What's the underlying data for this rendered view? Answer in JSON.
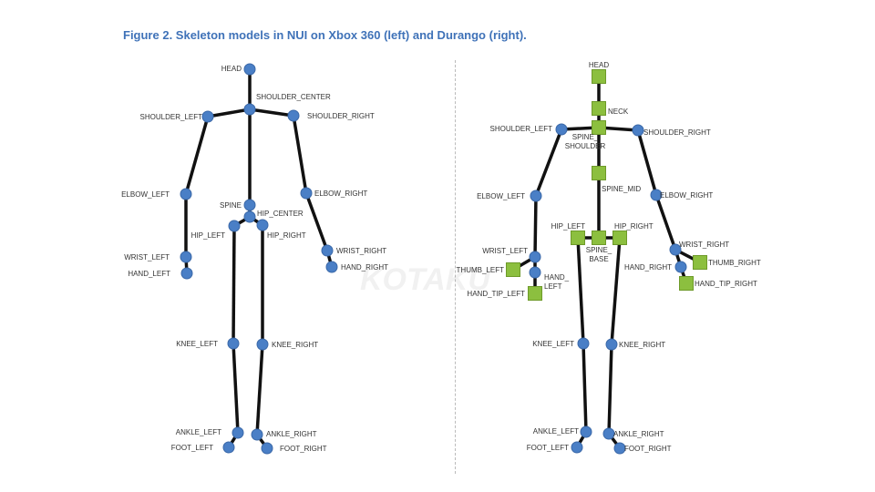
{
  "title": "Figure 2. Skeleton models in NUI on Xbox 360 (left) and Durango (right).",
  "watermark": "KOTAKU",
  "colors": {
    "joint_circle": "#4a7fc6",
    "joint_square": "#8cbf3f",
    "bone": "#111111"
  },
  "left_skeleton": {
    "joints": {
      "HEAD": "HEAD",
      "SHOULDER_CENTER": "SHOULDER_CENTER",
      "SHOULDER_LEFT": "SHOULDER_LEFT",
      "SHOULDER_RIGHT": "SHOULDER_RIGHT",
      "ELBOW_LEFT": "ELBOW_LEFT",
      "ELBOW_RIGHT": "ELBOW_RIGHT",
      "WRIST_LEFT": "WRIST_LEFT",
      "HAND_LEFT": "HAND_LEFT",
      "WRIST_RIGHT": "WRIST_RIGHT",
      "HAND_RIGHT": "HAND_RIGHT",
      "SPINE": "SPINE",
      "HIP_CENTER": "HIP_CENTER",
      "HIP_LEFT": "HIP_LEFT",
      "HIP_RIGHT": "HIP_RIGHT",
      "KNEE_LEFT": "KNEE_LEFT",
      "KNEE_RIGHT": "KNEE_RIGHT",
      "ANKLE_LEFT": "ANKLE_LEFT",
      "ANKLE_RIGHT": "ANKLE_RIGHT",
      "FOOT_LEFT": "FOOT_LEFT",
      "FOOT_RIGHT": "FOOT_RIGHT"
    },
    "bones": [
      [
        "HEAD",
        "SHOULDER_CENTER"
      ],
      [
        "SHOULDER_CENTER",
        "SHOULDER_LEFT"
      ],
      [
        "SHOULDER_CENTER",
        "SHOULDER_RIGHT"
      ],
      [
        "SHOULDER_LEFT",
        "ELBOW_LEFT"
      ],
      [
        "ELBOW_LEFT",
        "WRIST_LEFT"
      ],
      [
        "WRIST_LEFT",
        "HAND_LEFT"
      ],
      [
        "SHOULDER_RIGHT",
        "ELBOW_RIGHT"
      ],
      [
        "ELBOW_RIGHT",
        "WRIST_RIGHT"
      ],
      [
        "WRIST_RIGHT",
        "HAND_RIGHT"
      ],
      [
        "SHOULDER_CENTER",
        "SPINE"
      ],
      [
        "SPINE",
        "HIP_CENTER"
      ],
      [
        "HIP_CENTER",
        "HIP_LEFT"
      ],
      [
        "HIP_CENTER",
        "HIP_RIGHT"
      ],
      [
        "HIP_LEFT",
        "KNEE_LEFT"
      ],
      [
        "KNEE_LEFT",
        "ANKLE_LEFT"
      ],
      [
        "ANKLE_LEFT",
        "FOOT_LEFT"
      ],
      [
        "HIP_RIGHT",
        "KNEE_RIGHT"
      ],
      [
        "KNEE_RIGHT",
        "ANKLE_RIGHT"
      ],
      [
        "ANKLE_RIGHT",
        "FOOT_RIGHT"
      ]
    ]
  },
  "right_skeleton": {
    "joints": {
      "HEAD": "HEAD",
      "NECK": "NECK",
      "SPINE_SHOULDER": "SPINE_ SHOULDER",
      "SHOULDER_LEFT": "SHOULDER_LEFT",
      "SHOULDER_RIGHT": "SHOULDER_RIGHT",
      "SPINE_MID": "SPINE_MID",
      "ELBOW_LEFT": "ELBOW_LEFT",
      "ELBOW_RIGHT": "ELBOW_RIGHT",
      "SPINE_BASE": "SPINE_ BASE",
      "HIP_LEFT": "HIP_LEFT",
      "HIP_RIGHT": "HIP_RIGHT",
      "WRIST_LEFT": "WRIST_LEFT",
      "THUMB_LEFT": "THUMB_LEFT",
      "HAND_LEFT": "HAND_ LEFT",
      "HAND_TIP_LEFT": "HAND_TIP_LEFT",
      "WRIST_RIGHT": "WRIST_RIGHT",
      "THUMB_RIGHT": "THUMB_RIGHT",
      "HAND_RIGHT": "HAND_RIGHT",
      "HAND_TIP_RIGHT": "HAND_TIP_RIGHT",
      "KNEE_LEFT": "KNEE_LEFT",
      "KNEE_RIGHT": "KNEE_RIGHT",
      "ANKLE_LEFT": "ANKLE_LEFT",
      "ANKLE_RIGHT": "ANKLE_RIGHT",
      "FOOT_LEFT": "FOOT_LEFT",
      "FOOT_RIGHT": "FOOT_RIGHT"
    },
    "bones": [
      [
        "HEAD",
        "NECK"
      ],
      [
        "NECK",
        "SPINE_SHOULDER"
      ],
      [
        "SPINE_SHOULDER",
        "SHOULDER_LEFT"
      ],
      [
        "SPINE_SHOULDER",
        "SHOULDER_RIGHT"
      ],
      [
        "SPINE_SHOULDER",
        "SPINE_MID"
      ],
      [
        "SPINE_MID",
        "SPINE_BASE"
      ],
      [
        "SPINE_BASE",
        "HIP_LEFT"
      ],
      [
        "SPINE_BASE",
        "HIP_RIGHT"
      ],
      [
        "SHOULDER_LEFT",
        "ELBOW_LEFT"
      ],
      [
        "ELBOW_LEFT",
        "WRIST_LEFT"
      ],
      [
        "WRIST_LEFT",
        "THUMB_LEFT"
      ],
      [
        "WRIST_LEFT",
        "HAND_LEFT"
      ],
      [
        "HAND_LEFT",
        "HAND_TIP_LEFT"
      ],
      [
        "SHOULDER_RIGHT",
        "ELBOW_RIGHT"
      ],
      [
        "ELBOW_RIGHT",
        "WRIST_RIGHT"
      ],
      [
        "WRIST_RIGHT",
        "THUMB_RIGHT"
      ],
      [
        "WRIST_RIGHT",
        "HAND_RIGHT"
      ],
      [
        "HAND_RIGHT",
        "HAND_TIP_RIGHT"
      ],
      [
        "HIP_LEFT",
        "KNEE_LEFT"
      ],
      [
        "KNEE_LEFT",
        "ANKLE_LEFT"
      ],
      [
        "ANKLE_LEFT",
        "FOOT_LEFT"
      ],
      [
        "HIP_RIGHT",
        "KNEE_RIGHT"
      ],
      [
        "KNEE_RIGHT",
        "ANKLE_RIGHT"
      ],
      [
        "ANKLE_RIGHT",
        "FOOT_RIGHT"
      ]
    ]
  }
}
